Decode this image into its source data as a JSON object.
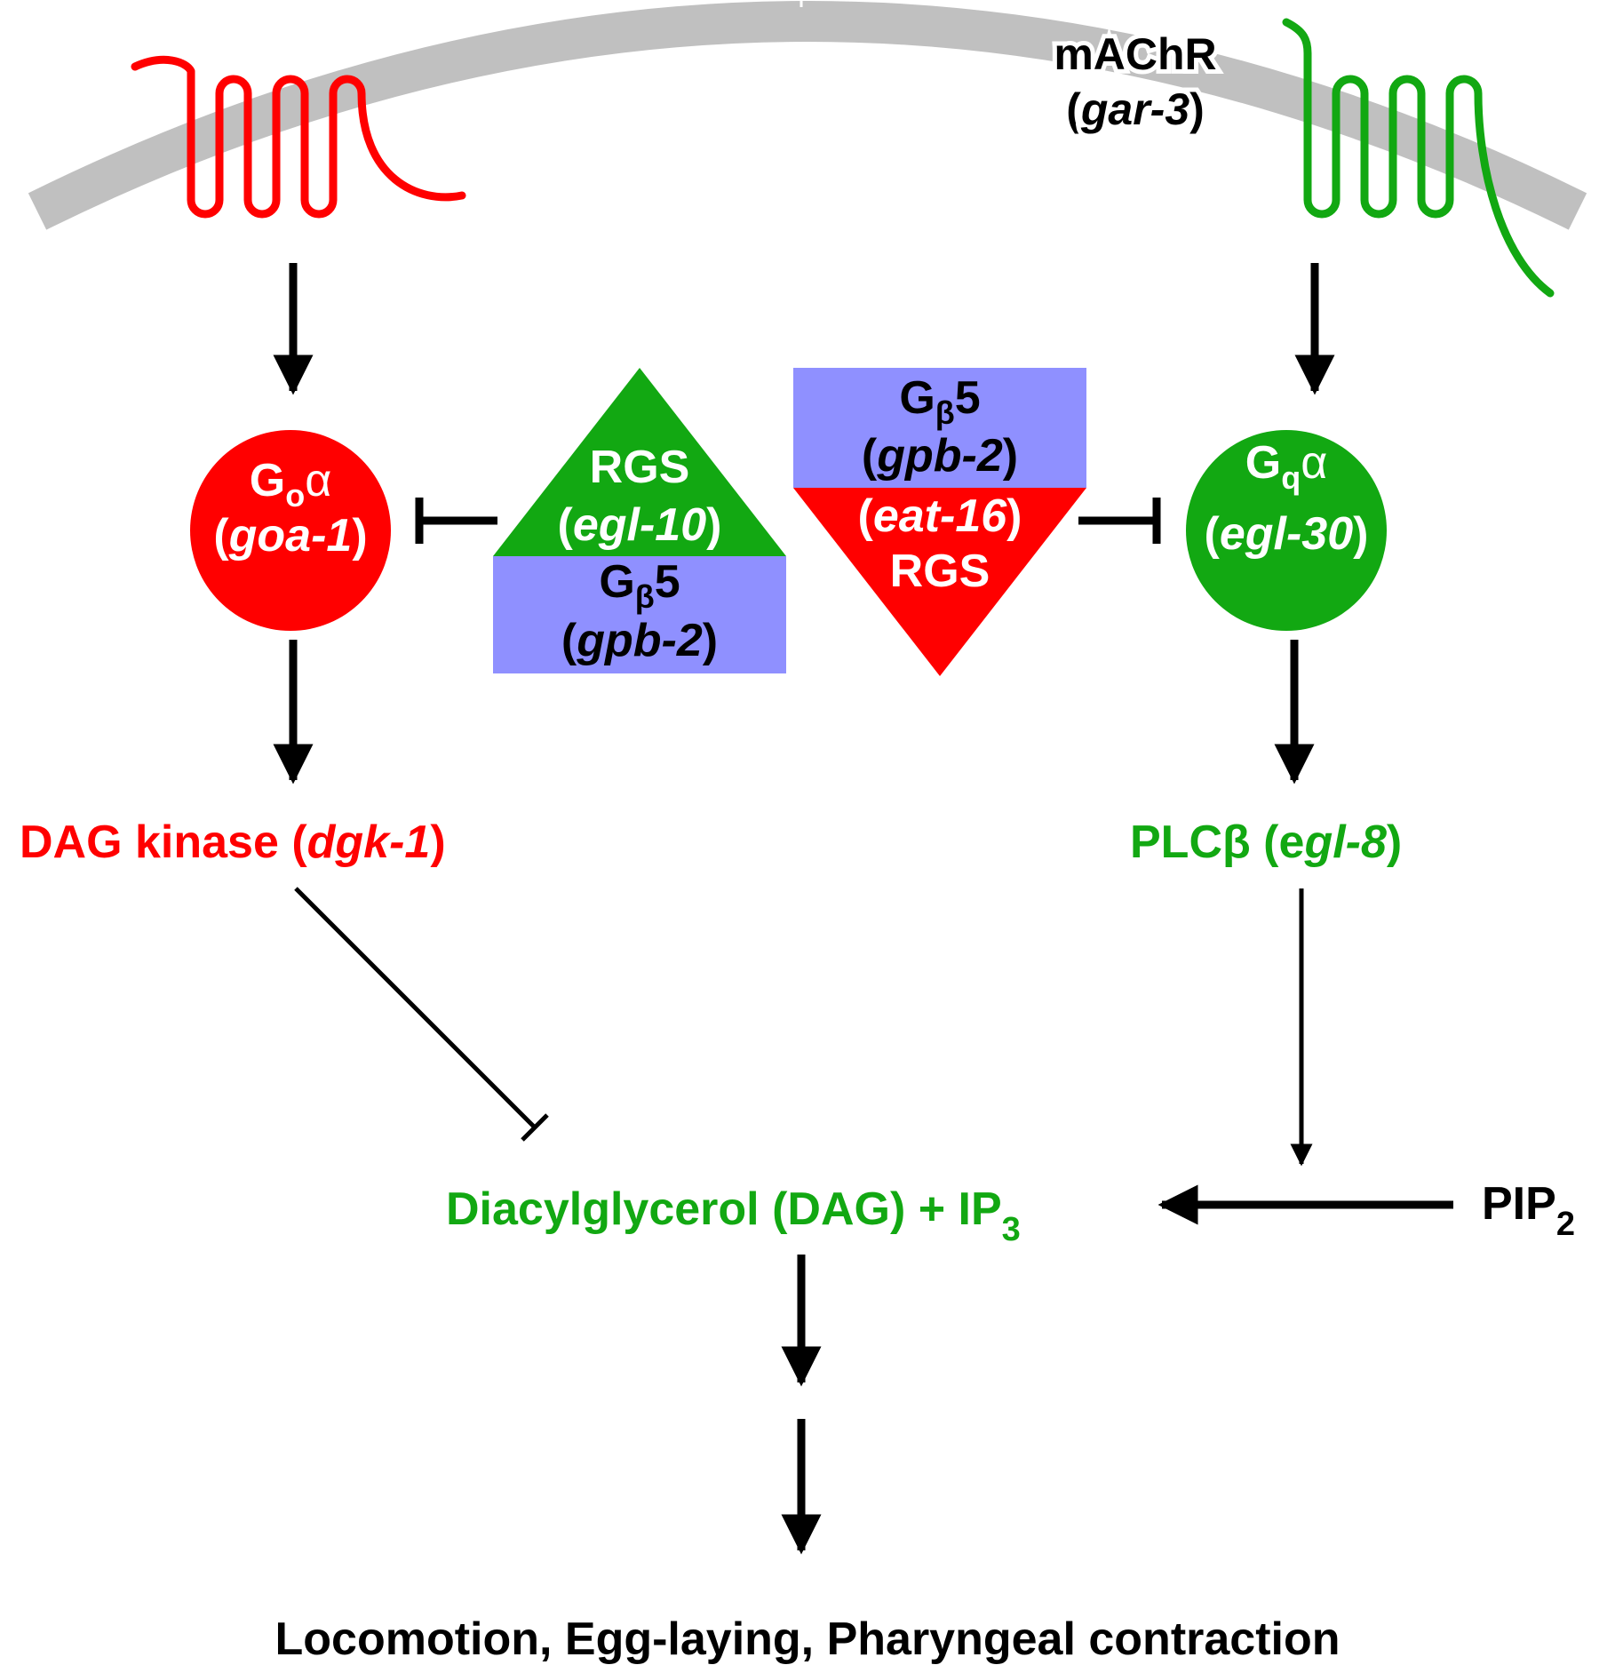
{
  "colors": {
    "membrane": "#c0c0c0",
    "go_red": "#ff0000",
    "gq_green": "#12a812",
    "gbeta_blue": "#8f90ff",
    "arrow": "#000000"
  },
  "receptor_right": {
    "name": "mAChR",
    "gene_open": "(",
    "gene": "gar-3",
    "gene_close": ")"
  },
  "go_alpha": {
    "letter": "G",
    "sub": "o",
    "greek": "α",
    "gene_open": "(",
    "gene": "goa-1",
    "gene_close": ")"
  },
  "gq_alpha": {
    "letter": "G",
    "sub": "q",
    "greek": "α",
    "gene_open": "(",
    "gene": "egl-30",
    "gene_close": ")"
  },
  "rgs_left": {
    "name": "RGS",
    "gene_open": "(",
    "gene": "egl-10",
    "gene_close": ")"
  },
  "gbeta_left": {
    "letter": "G",
    "sub": "β",
    "num": "5",
    "gene_open": "(",
    "gene": "gpb-2",
    "gene_close": ")"
  },
  "gbeta_right": {
    "letter": "G",
    "sub": "β",
    "num": "5",
    "gene_open": "(",
    "gene": "gpb-2",
    "gene_close": ")"
  },
  "rgs_right": {
    "name": "RGS",
    "gene_open": "(",
    "gene": "eat-16",
    "gene_close": ")"
  },
  "dag_kinase": {
    "label": "DAG kinase (",
    "gene": "dgk-1",
    "gene_close": ")"
  },
  "plc_beta": {
    "label": "PLCβ (",
    "gene_e": "e",
    "gene_rest": "gl-8",
    "gene_close": ")"
  },
  "products": {
    "label": "Diacylglycerol (DAG) + IP",
    "sub": "3"
  },
  "pip2": {
    "label": "PIP",
    "sub": "2"
  },
  "output": "Locomotion, Egg-laying, Pharyngeal contraction"
}
